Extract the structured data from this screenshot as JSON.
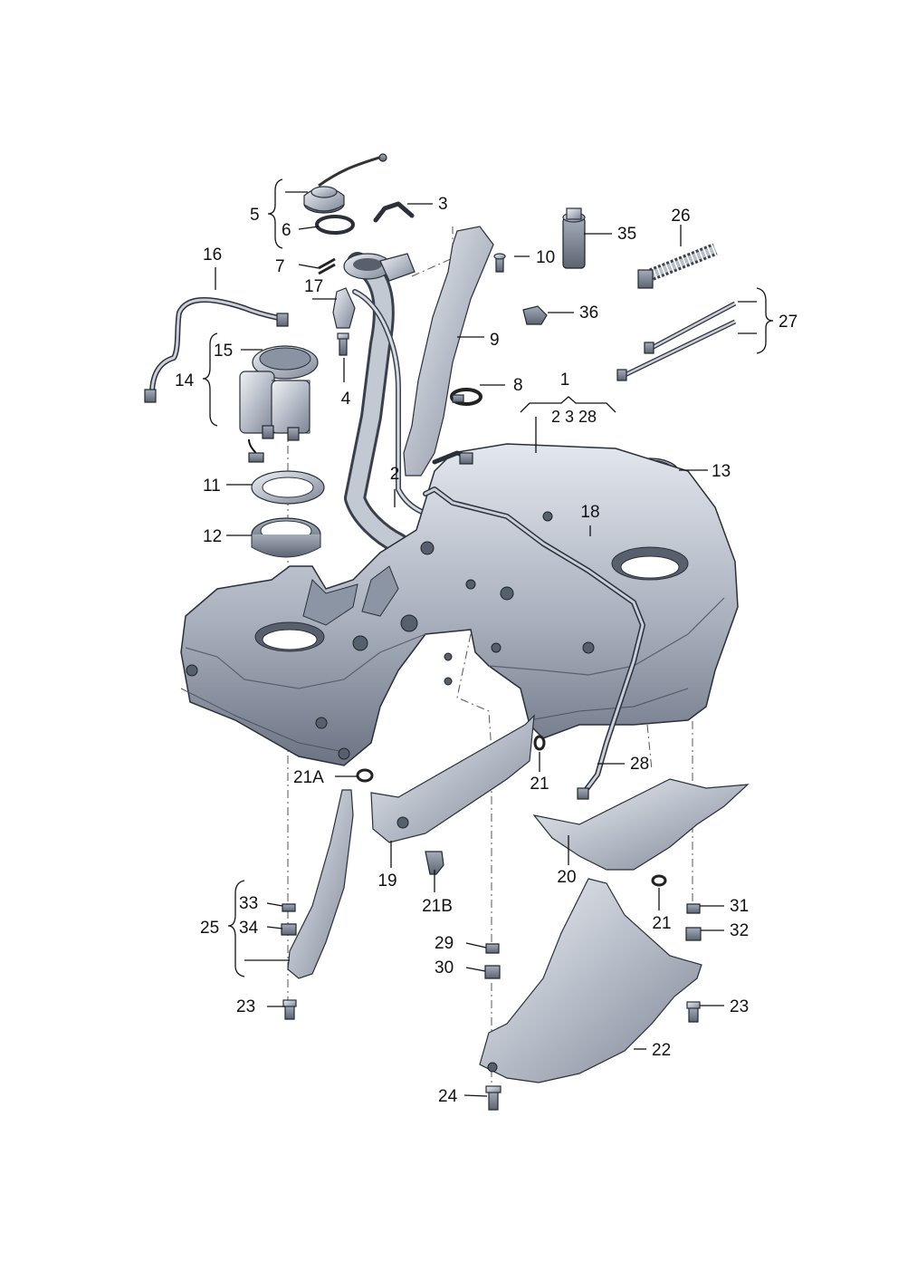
{
  "labels": {
    "l1": "1",
    "l1_sub": "2 3 28",
    "l2": "2",
    "l3": "3",
    "l4": "4",
    "l5": "5",
    "l6": "6",
    "l7": "7",
    "l8": "8",
    "l9": "9",
    "l10": "10",
    "l11": "11",
    "l12": "12",
    "l13": "13",
    "l14": "14",
    "l15": "15",
    "l16": "16",
    "l17": "17",
    "l18": "18",
    "l19": "19",
    "l20": "20",
    "l21_a": "21",
    "l21_b": "21",
    "l21A": "21A",
    "l21B": "21B",
    "l22": "22",
    "l23_a": "23",
    "l23_b": "23",
    "l24": "24",
    "l25": "25",
    "l26": "26",
    "l27": "27",
    "l28": "28",
    "l29": "29",
    "l30": "30",
    "l31": "31",
    "l32": "32",
    "l33": "33",
    "l34": "34",
    "l35": "35",
    "l36": "36"
  },
  "colors": {
    "metal_light": "#dfe3ea",
    "metal_mid": "#a9b0bd",
    "metal_dark": "#6f7787",
    "outline": "#2a2f3a"
  }
}
